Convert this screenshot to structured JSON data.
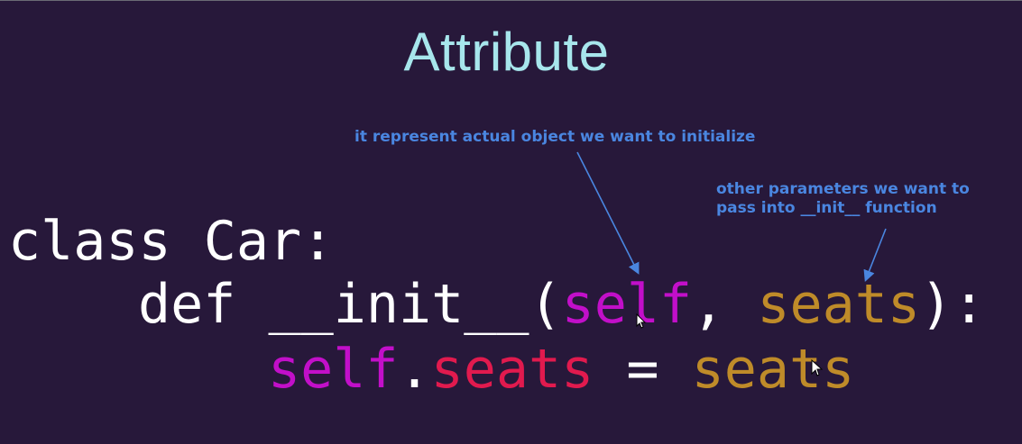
{
  "slide": {
    "title": "Attribute"
  },
  "annotations": {
    "self_note": "it represent actual object we want to initialize",
    "params_note_line1": "other parameters we want to",
    "params_note_line2": "pass into __init__ function"
  },
  "code": {
    "line1": "class Car:",
    "line2": {
      "def": "def __init__(",
      "self": "self",
      "comma": ", ",
      "param": "seats",
      "close": "):"
    },
    "line3": {
      "self": "self",
      "dot": ".",
      "attr": "seats",
      "assign": " = ",
      "value": "seats"
    }
  },
  "colors": {
    "background": "#27183a",
    "title": "#a7e6ec",
    "annotation": "#4a86e0",
    "self_keyword": "#c20fc9",
    "attribute": "#e11a4e",
    "parameter": "#bf8b29",
    "code_default": "#ffffff"
  }
}
